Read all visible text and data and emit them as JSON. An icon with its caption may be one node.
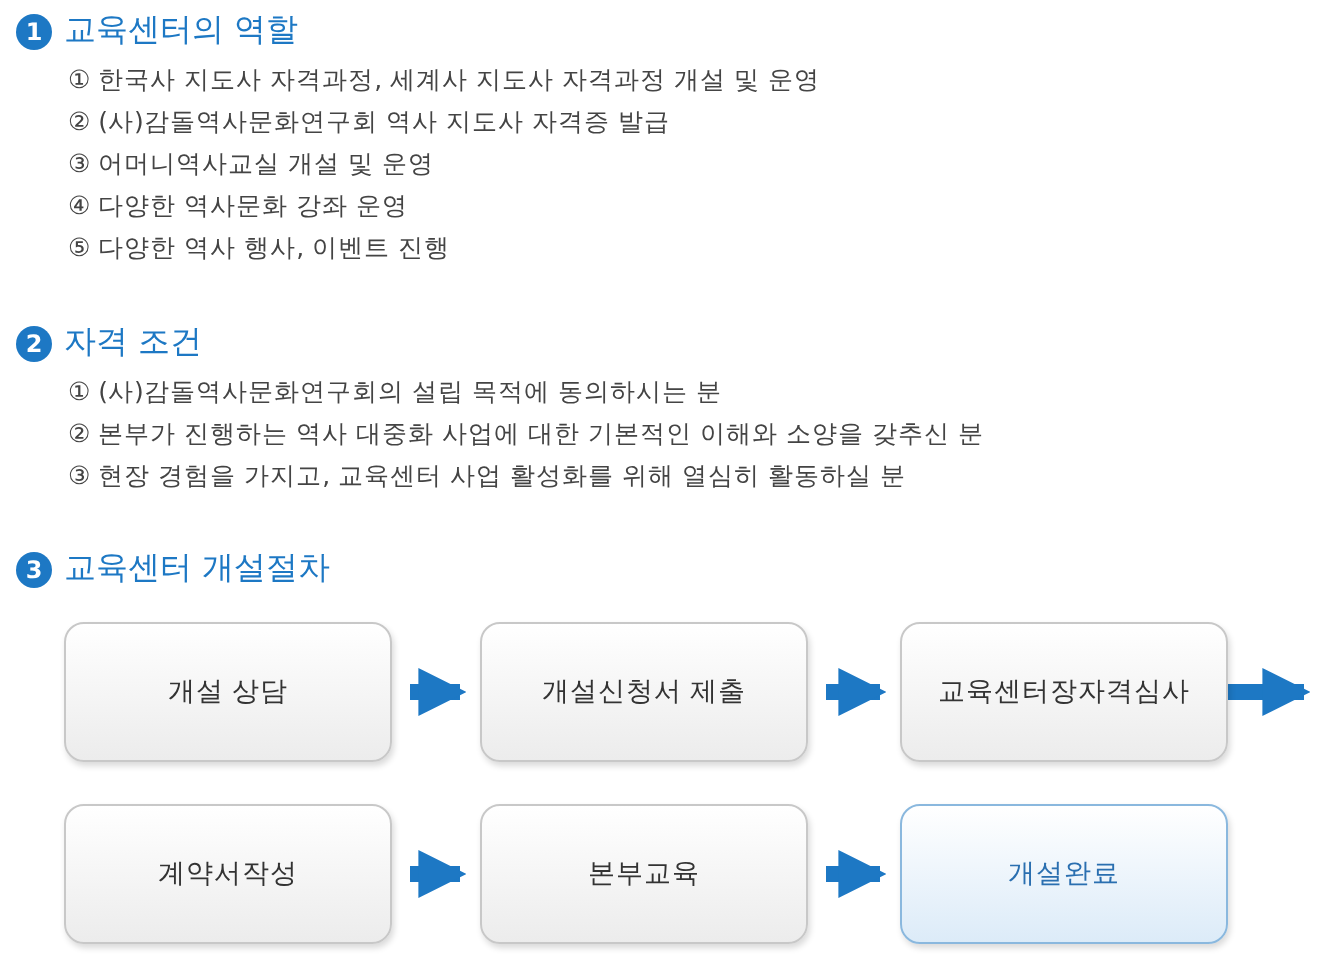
{
  "diagram": {
    "nodes": [
      {
        "text": [
          "개설 상담"
        ]
      },
      {
        "text": [
          "개설신청서 제출"
        ]
      },
      {
        "text": [
          "교육센터장자격심사"
        ]
      },
      {
        "text": [
          "계약서작성"
        ]
      },
      {
        "text": [
          "본부교육"
        ]
      },
      {
        "text": [
          "개설완료"
        ]
      }
    ],
    "edges": [
      {
        "from": 0,
        "to": 1,
        "arrow": "to"
      },
      {
        "from": 1,
        "to": 2,
        "arrow": "to"
      },
      {
        "from": 2,
        "to": null,
        "arrow": "to"
      },
      {
        "from": 3,
        "to": 4,
        "arrow": "to"
      },
      {
        "from": 4,
        "to": 5,
        "arrow": "to"
      }
    ],
    "labels": [
      "1",
      "교육센터의 역할",
      "① 한국사 지도사 자격과정, 세계사 지도사 자격과정 개설 및 운영",
      "② (사)감돌역사문화연구회 역사 지도사 자격증 발급",
      "③ 어머니역사교실 개설 및 운영",
      "④ 다양한 역사문화 강좌 운영",
      "⑤ 다양한 역사 행사, 이벤트 진행",
      "2",
      "자격 조건",
      "① (사)감돌역사문화연구회의 설립 목적에 동의하시는 분",
      "② 본부가 진행하는 역사 대중화 사업에 대한 기본적인 이해와 소양을 갖추신 분",
      "③ 현장 경험을 가지고, 교육센터 사업 활성화를 위해 열심히 활동하실 분",
      "3",
      "교육센터 개설절차"
    ]
  }
}
